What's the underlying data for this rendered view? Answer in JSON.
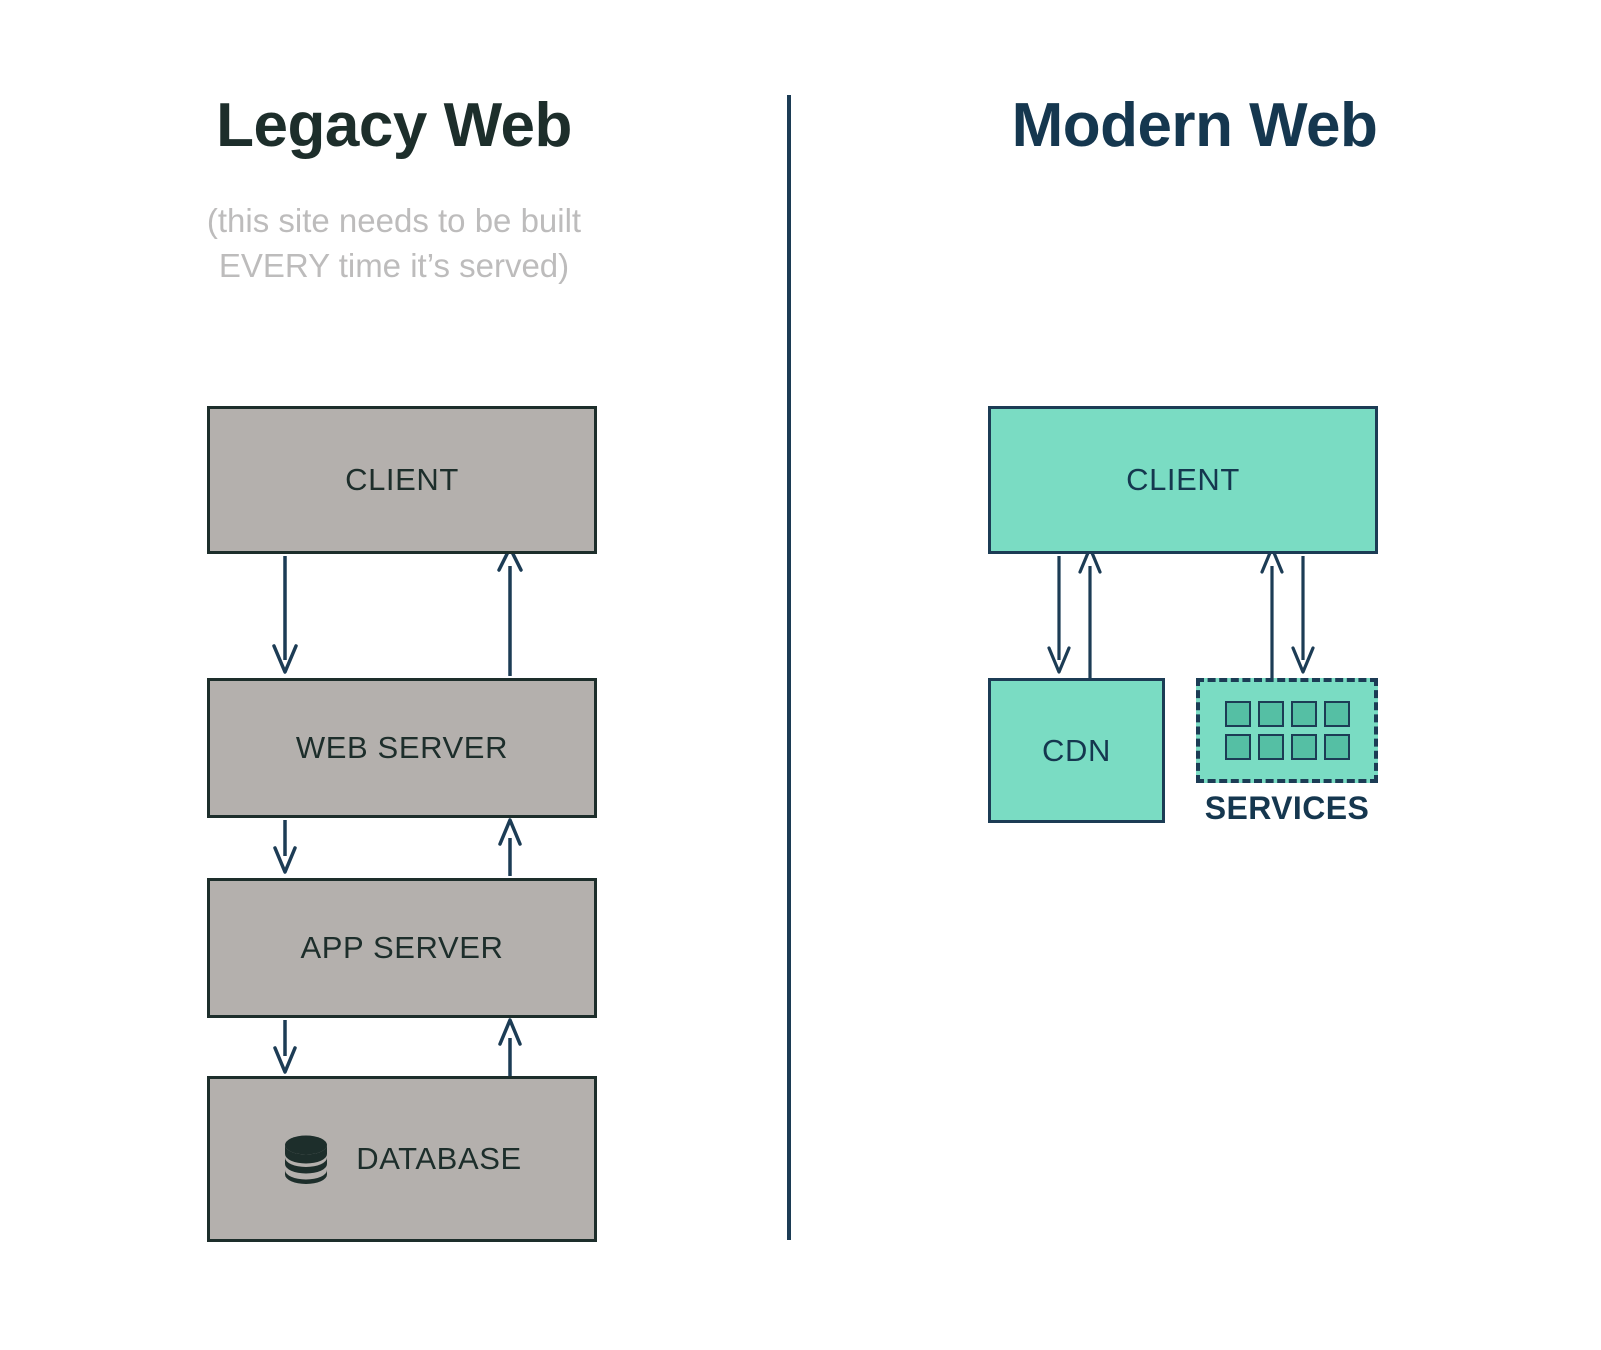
{
  "diagram": {
    "title_left": "Legacy Web",
    "title_right": "Modern Web",
    "subtitle_left": "(this site needs to be built\nEVERY time it’s served)",
    "colors": {
      "legacy_fill": "#b4b0ad",
      "legacy_stroke": "#1d2e2b",
      "modern_fill": "#7adcc3",
      "modern_stroke": "#1c3c55",
      "service_cell_fill": "#55bfa4",
      "subtitle_text": "#bdbcbc",
      "background": "#ffffff"
    }
  },
  "legacy": {
    "nodes": [
      {
        "id": "client",
        "label": "CLIENT"
      },
      {
        "id": "web",
        "label": "WEB SERVER"
      },
      {
        "id": "app",
        "label": "APP SERVER"
      },
      {
        "id": "database",
        "label": "DATABASE",
        "icon": "database-cylinder-icon"
      }
    ],
    "connections": [
      {
        "from": "client",
        "to": "web",
        "direction": "down"
      },
      {
        "from": "web",
        "to": "client",
        "direction": "up"
      },
      {
        "from": "web",
        "to": "app",
        "direction": "down"
      },
      {
        "from": "app",
        "to": "web",
        "direction": "up"
      },
      {
        "from": "app",
        "to": "database",
        "direction": "down"
      },
      {
        "from": "database",
        "to": "app",
        "direction": "up"
      }
    ]
  },
  "modern": {
    "nodes": [
      {
        "id": "client",
        "label": "CLIENT"
      },
      {
        "id": "cdn",
        "label": "CDN"
      },
      {
        "id": "services",
        "label": "SERVICES",
        "icon": "service-grid-icon",
        "cells": 8,
        "style": "dashed"
      }
    ],
    "connections": [
      {
        "from": "client",
        "to": "cdn",
        "direction": "down"
      },
      {
        "from": "cdn",
        "to": "client",
        "direction": "up"
      },
      {
        "from": "services",
        "to": "client",
        "direction": "up"
      },
      {
        "from": "client",
        "to": "services",
        "direction": "down"
      }
    ]
  }
}
